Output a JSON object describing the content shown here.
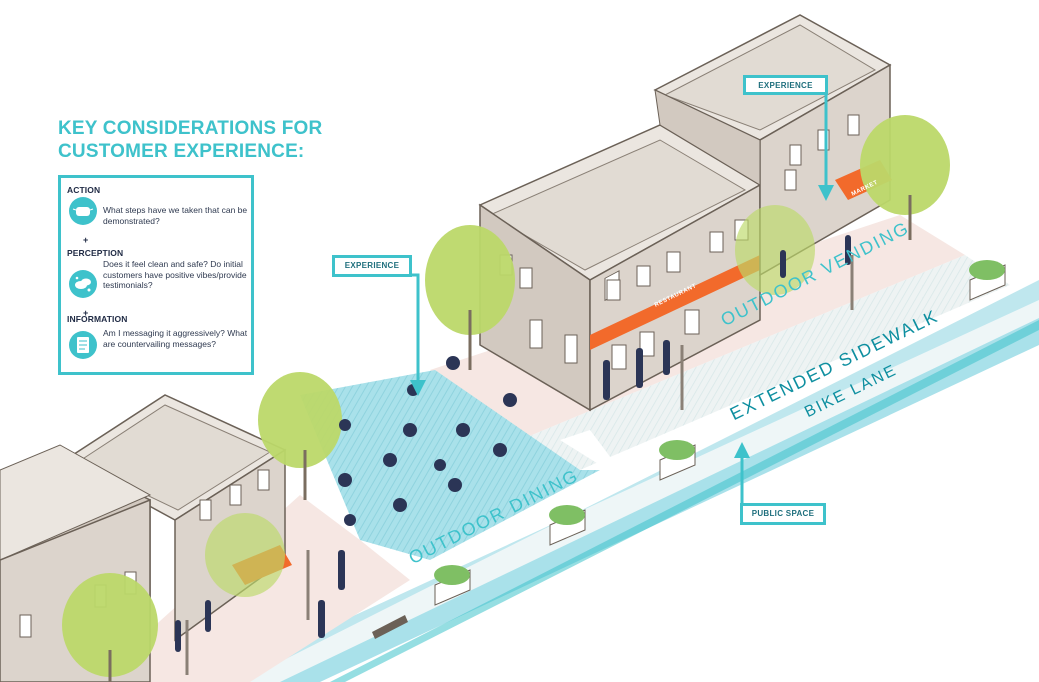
{
  "title": {
    "line1": "KEY CONSIDERATIONS FOR",
    "line2": "CUSTOMER EXPERIENCE:"
  },
  "key_box": {
    "sections": [
      {
        "heading": "ACTION",
        "text": "What steps have we taken that can be demonstrated?",
        "icon": "mask-icon"
      },
      {
        "heading": "PERCEPTION",
        "text": "Does it feel clean and safe? Do initial customers have positive vibes/provide testimonials?",
        "icon": "handwash-icon"
      },
      {
        "heading": "INFORMATION",
        "text": "Am I messaging it aggressively? What are countervailing messages?",
        "icon": "document-icon"
      }
    ],
    "plus": "+"
  },
  "callouts": {
    "experience_top": "EXPERIENCE",
    "experience_mid": "EXPERIENCE",
    "public_space": "PUBLIC SPACE"
  },
  "street_labels": {
    "outdoor_vending": "OUTDOOR VENDING",
    "extended_sidewalk": "EXTENDED SIDEWALK",
    "bike_lane": "BIKE LANE",
    "outdoor_dining": "OUTDOOR DINING"
  },
  "signs": {
    "restaurant": "RESTAURANT",
    "market": "MARKET"
  },
  "colors": {
    "accent": "#3ec2cb",
    "building": "#dcd4cc",
    "roof": "#ebe6e0",
    "sidewalk": "#f6e7e3",
    "plaza": "#a9e1ea",
    "orange": "#f26a2b",
    "tree": "#bcd96a",
    "figure": "#2b3556"
  }
}
